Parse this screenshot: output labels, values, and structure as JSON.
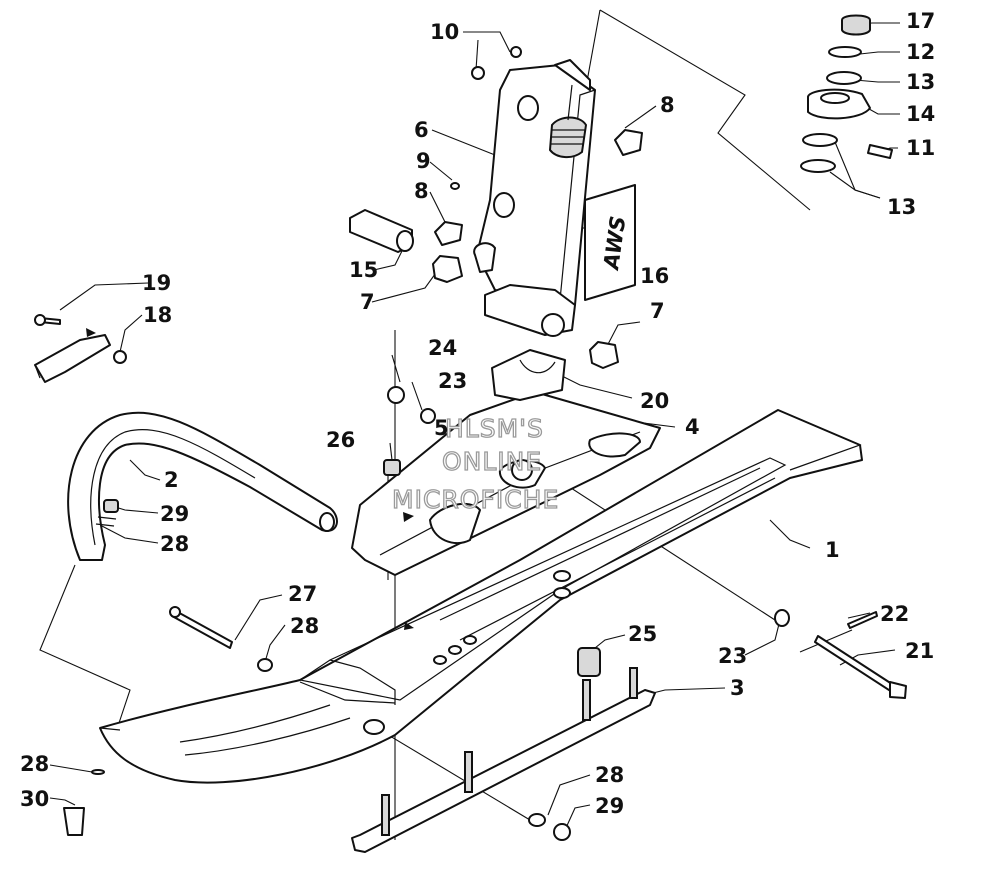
{
  "callouts": [
    {
      "id": "c1",
      "label": "1"
    },
    {
      "id": "c2",
      "label": "2"
    },
    {
      "id": "c3",
      "label": "3"
    },
    {
      "id": "c4",
      "label": "4"
    },
    {
      "id": "c5",
      "label": "5"
    },
    {
      "id": "c6",
      "label": "6"
    },
    {
      "id": "c7a",
      "label": "7"
    },
    {
      "id": "c7b",
      "label": "7"
    },
    {
      "id": "c8a",
      "label": "8"
    },
    {
      "id": "c8b",
      "label": "8"
    },
    {
      "id": "c9",
      "label": "9"
    },
    {
      "id": "c10",
      "label": "10"
    },
    {
      "id": "c11",
      "label": "11"
    },
    {
      "id": "c12",
      "label": "12"
    },
    {
      "id": "c13a",
      "label": "13"
    },
    {
      "id": "c13b",
      "label": "13"
    },
    {
      "id": "c14",
      "label": "14"
    },
    {
      "id": "c15",
      "label": "15"
    },
    {
      "id": "c16",
      "label": "16"
    },
    {
      "id": "c17",
      "label": "17"
    },
    {
      "id": "c18",
      "label": "18"
    },
    {
      "id": "c19",
      "label": "19"
    },
    {
      "id": "c20",
      "label": "20"
    },
    {
      "id": "c21",
      "label": "21"
    },
    {
      "id": "c22",
      "label": "22"
    },
    {
      "id": "c23a",
      "label": "23"
    },
    {
      "id": "c23b",
      "label": "23"
    },
    {
      "id": "c24",
      "label": "24"
    },
    {
      "id": "c25",
      "label": "25"
    },
    {
      "id": "c26",
      "label": "26"
    },
    {
      "id": "c27",
      "label": "27"
    },
    {
      "id": "c28a",
      "label": "28"
    },
    {
      "id": "c28b",
      "label": "28"
    },
    {
      "id": "c28c",
      "label": "28"
    },
    {
      "id": "c28d",
      "label": "28"
    },
    {
      "id": "c29a",
      "label": "29"
    },
    {
      "id": "c29b",
      "label": "29"
    },
    {
      "id": "c30",
      "label": "30"
    }
  ],
  "decal_text": "AWS",
  "watermark": {
    "line1": "HLSM'S",
    "line2": "ONLINE",
    "line3": "MICROFICHE"
  }
}
